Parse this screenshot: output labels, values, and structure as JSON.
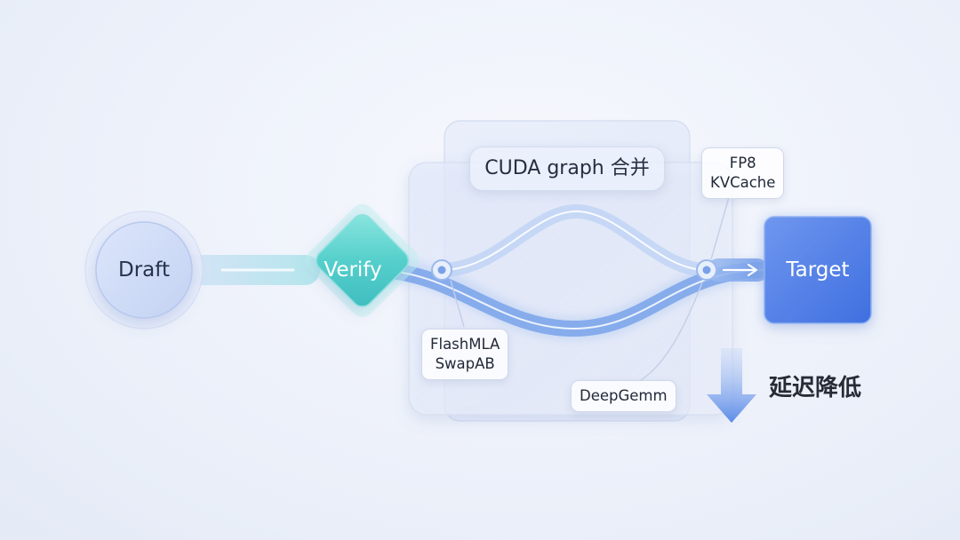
{
  "nodes": {
    "draft": "Draft",
    "verify": "Verify",
    "target": "Target"
  },
  "merge_box": {
    "title": "CUDA graph 合并"
  },
  "tags": {
    "fp8_kvcache": [
      "FP8",
      "KVCache"
    ],
    "flashmla_swapab": [
      "FlashMLA",
      "SwapAB"
    ],
    "deepgemm": "DeepGemm"
  },
  "latency_label": "延迟降低",
  "colors": {
    "draft_circle": "#cdd9f6",
    "verify_diamond": "#5fd3cf",
    "target_box": "#4f7ee9",
    "flow_path": "#6f9be8",
    "arrow": "#5c8ee8"
  },
  "icons": {
    "latency": "down-arrow-icon"
  }
}
